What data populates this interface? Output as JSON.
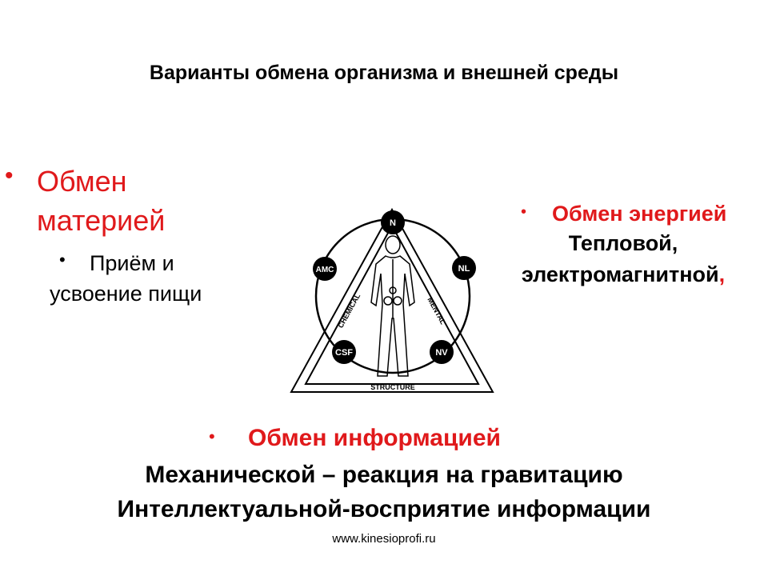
{
  "title": "Варианты обмена организма и внешней среды",
  "matter": {
    "bullet": "•",
    "heading": "Обмен материей",
    "sub_bullet": "•",
    "sub": "Приём и усвоение пищи"
  },
  "energy": {
    "bullet": "•",
    "heading": "Обмен энергией",
    "line1": "Тепловой,",
    "line2": "электромагнитной",
    "line2_comma": ","
  },
  "diagram": {
    "nodes": [
      "N",
      "NL",
      "NV",
      "CSF",
      "AMC"
    ],
    "side_left": "CHEMICAL",
    "side_right": "MENTAL",
    "base": "STRUCTURE"
  },
  "info": {
    "bullet": "•",
    "heading": "Обмен информацией",
    "line1": "Механической – реакция на гравитацию",
    "line2": "Интеллектуальной-восприятие информации"
  },
  "footer": "www.kinesioprofi.ru",
  "colors": {
    "accent": "#e0191b",
    "text": "#000000"
  }
}
